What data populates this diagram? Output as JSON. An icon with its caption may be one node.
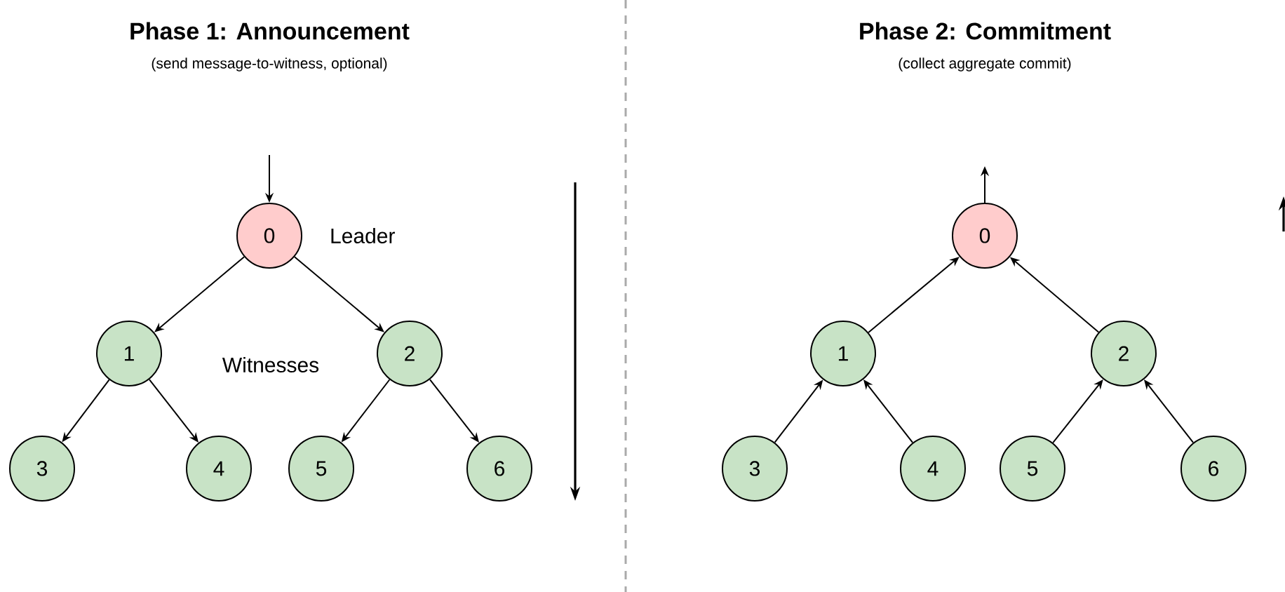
{
  "diagram": {
    "nodes": [
      {
        "text": [
          "0"
        ],
        "beside": [
          "Leader"
        ]
      },
      {
        "text": [
          "1"
        ]
      },
      {
        "text": [
          "2"
        ]
      },
      {
        "text": [
          "3"
        ]
      },
      {
        "text": [
          "4"
        ]
      },
      {
        "text": [
          "5"
        ]
      },
      {
        "text": [
          "6"
        ]
      },
      {
        "text": [
          "0"
        ]
      },
      {
        "text": [
          "1"
        ]
      },
      {
        "text": [
          "2"
        ]
      },
      {
        "text": [
          "3"
        ]
      },
      {
        "text": [
          "4"
        ]
      },
      {
        "text": [
          "5"
        ]
      },
      {
        "text": [
          "6"
        ]
      }
    ],
    "edges": [
      {
        "from": null,
        "to": 0,
        "arrow": "to"
      },
      {
        "from": 0,
        "to": 1,
        "arrow": "to"
      },
      {
        "from": 0,
        "to": 2,
        "arrow": "to"
      },
      {
        "from": 1,
        "to": 3,
        "arrow": "to"
      },
      {
        "from": 1,
        "to": 4,
        "arrow": "to"
      },
      {
        "from": 2,
        "to": 5,
        "arrow": "to"
      },
      {
        "from": 2,
        "to": 6,
        "arrow": "to"
      },
      {
        "from": 7,
        "to": null,
        "arrow": "to"
      },
      {
        "from": 8,
        "to": 7,
        "arrow": "to"
      },
      {
        "from": 9,
        "to": 7,
        "arrow": "to"
      },
      {
        "from": 10,
        "to": 8,
        "arrow": "to"
      },
      {
        "from": 11,
        "to": 8,
        "arrow": "to"
      },
      {
        "from": 12,
        "to": 9,
        "arrow": "to"
      },
      {
        "from": 13,
        "to": 9,
        "arrow": "to"
      }
    ],
    "labels": [
      "Phase 1: Announcement",
      "(send message-to-witness, optional)",
      "Phase 2: Commitment",
      "(collect aggregate commit)",
      "Witnesses"
    ]
  }
}
